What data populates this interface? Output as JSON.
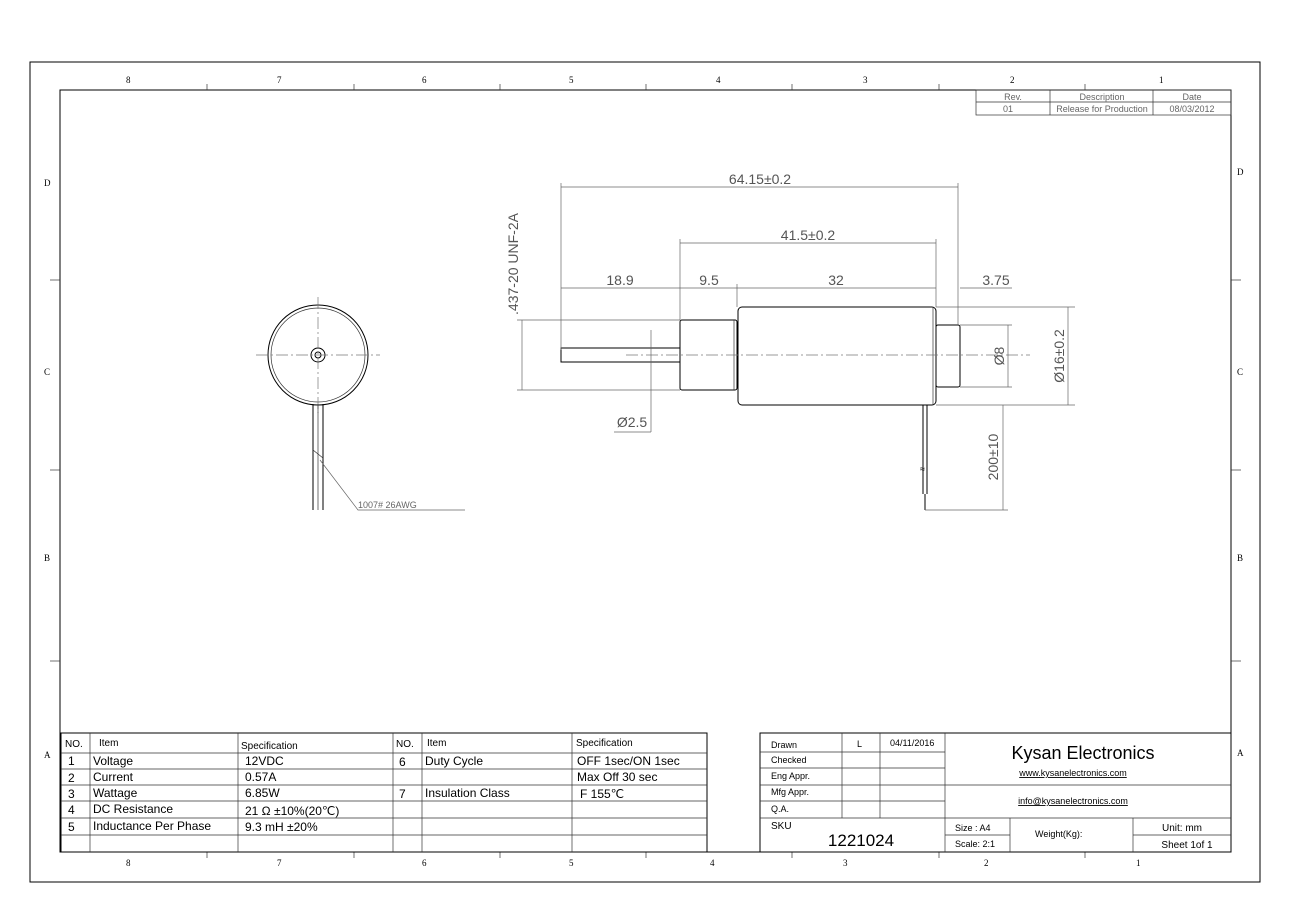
{
  "zones": {
    "cols": [
      "8",
      "7",
      "6",
      "5",
      "4",
      "3",
      "2",
      "1"
    ],
    "rows": [
      "D",
      "C",
      "B",
      "A"
    ]
  },
  "revision": {
    "headers": [
      "Rev.",
      "Description",
      "Date"
    ],
    "row": [
      "01",
      "Release for Production",
      "08/03/2012"
    ]
  },
  "dimensions": {
    "overall": "64.15±0.2",
    "body_nut": "41.5±0.2",
    "shaft": "18.9",
    "nut": "9.5",
    "body": "32",
    "cap": "3.75",
    "thread": ".437-20 UNF-2A",
    "shaft_dia": "Ø2.5",
    "cap_dia": "Ø8",
    "body_dia": "Ø16±0.2",
    "lead_length": "200±10",
    "wire": "1007# 26AWG"
  },
  "spec_table": {
    "headers": [
      "NO.",
      "Item",
      "Specification",
      "NO.",
      "Item",
      "Specification"
    ],
    "left": [
      {
        "no": "1",
        "item": "Voltage",
        "spec": "12VDC"
      },
      {
        "no": "2",
        "item": "Current",
        "spec": "0.57A"
      },
      {
        "no": "3",
        "item": "Wattage",
        "spec": "6.85W"
      },
      {
        "no": "4",
        "item": "DC Resistance",
        "spec": "21 Ω  ±10%(20℃)"
      },
      {
        "no": "5",
        "item": "Inductance Per Phase",
        "spec": "9.3 mH ±20%"
      }
    ],
    "right": [
      {
        "no": "6",
        "item": "Duty Cycle",
        "spec": "OFF 1sec/ON 1sec"
      },
      {
        "no": "",
        "item": "",
        "spec": "Max Off 30 sec"
      },
      {
        "no": "7",
        "item": "Insulation Class",
        "spec": "F 155℃"
      }
    ]
  },
  "title_block": {
    "drawn_label": "Drawn",
    "drawn_by": "L",
    "drawn_date": "04/11/2016",
    "checked_label": "Checked",
    "eng_label": "Eng Appr.",
    "mfg_label": "Mfg Appr.",
    "qa_label": "Q.A.",
    "company": "Kysan Electronics",
    "website": "www.kysanelectronics.com",
    "email": "info@kysanelectronics.com",
    "sku_label": "SKU",
    "sku": "1221024",
    "size": "Size : A4",
    "scale": "Scale: 2:1",
    "weight": "Weight(Kg):",
    "unit": "Unit: mm",
    "sheet": "Sheet 1of 1"
  }
}
